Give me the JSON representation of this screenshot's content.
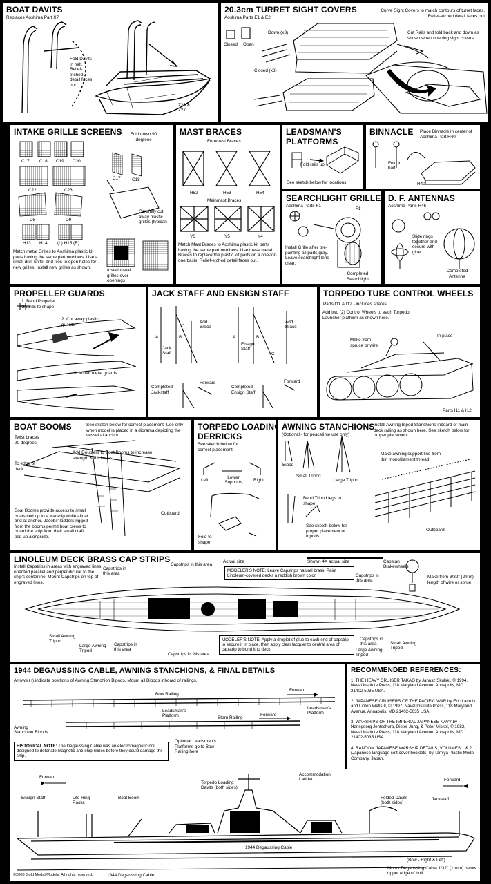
{
  "boat_davits": {
    "title": "BOAT DAVITS",
    "subtitle": "Replaces Aoshima Part X7",
    "note": "Fold Davits in half. Relief-etched detail faces out",
    "parts": "Z26 & Z27"
  },
  "turret": {
    "title": "20.3cm TURRET SIGHT COVERS",
    "subtitle": "Aoshima Parts E1 & E2",
    "closed": "Closed",
    "open": "Open",
    "down": "Down (x3)",
    "closed3": "Closed (x3)",
    "note1": "Curve Sight Covers to match contours of turret faces. Relief-etched detail faces out",
    "note2": "Cut Rails and fold back and down as shown when opening sight covers."
  },
  "intake": {
    "title": "INTAKE GRILLE SCREENS",
    "fold": "Fold down 90 degrees",
    "c17": "C17",
    "c18": "C18",
    "c19": "C19",
    "c20": "C20",
    "c22": "C22",
    "c23": "C23",
    "d8": "D8",
    "d9": "D9",
    "h13": "H13",
    "h14": "H14",
    "h15": "(L) H15 (R)",
    "c17b": "C17",
    "c18b": "C18",
    "carefully": "Carefully cut away plastic grilles (typical)",
    "install": "Install metal grilles over openings",
    "body": "Match metal Grilles to Aoshima plastic kit parts having the same part numbers. Use a small drill, knife, and files to open holes for new grilles. Install new grilles as shown."
  },
  "mast": {
    "title": "MAST BRACES",
    "foremast": "Foremast Braces",
    "mainmast": "Mainmast Braces",
    "h52": "H52",
    "h53": "H53",
    "h54": "H54",
    "y6": "Y6",
    "y5": "Y5",
    "y4": "Y4",
    "body": "Match Mast Braces to Aoshima plastic kit parts having the same part numbers. Use these metal Braces to replace the plastic kit parts on a one-for-one basis. Relief-etched detail faces out."
  },
  "leadsman": {
    "title1": "LEADSMAN'S",
    "title2": "PLATFORMS",
    "fold": "Fold rails up",
    "note": "See sketch below for locations"
  },
  "binnacle": {
    "title": "BINNACLE",
    "note": "Place Binnacle in center of Aoshima Part H40",
    "fold": "Fold in half",
    "h40": "H40"
  },
  "searchlight": {
    "title": "SEARCHLIGHT GRILLES",
    "subtitle": "Aoshima Parts F1",
    "f1": "F1",
    "install": "Install Grille after pre-painting all parts gray. Leave searchlight lens clear.",
    "completed": "Completed Searchlight"
  },
  "df": {
    "title": "D. F. ANTENNAS",
    "subtitle": "Aoshima Parts H46",
    "slide": "Slide rings together and secure with glue",
    "completed": "Completed Antenna"
  },
  "prop": {
    "title": "PROPELLER GUARDS",
    "s1": "1. Bend Propeller Guards to shape",
    "s2": "2. Cut away plastic guards",
    "s3": "3. Install metal guards"
  },
  "jack": {
    "title": "JACK STAFF AND ENSIGN STAFF",
    "add_brace": "Add Brace",
    "jack_staff": "Jack Staff",
    "ensign_staff": "Ensign Staff",
    "a": "A",
    "b": "B",
    "c": "C",
    "forward": "Forward",
    "completed_jack": "Completed Jackstaff",
    "completed_ensign": "Completed Ensign Staff"
  },
  "ttcw": {
    "title": "TORPEDO TUBE CONTROL WHEELS",
    "subtitle": "Parts I11 & I12 - includes spares",
    "note": "Add two (2) Control Wheels to each Torpedo Launcher platform as shown here.",
    "make": "Make from spruce or wire",
    "inplace": "In place",
    "parts": "Parts I11 & I12"
  },
  "booms": {
    "title": "BOAT BOOMS",
    "note": "See sketch below for correct placement. Use only when model is placed in a diorama depicting the vessel at anchor.",
    "twist": "Twist braces 90 degrees",
    "edge": "To edge of deck",
    "doublers": "Add Doublers to Boat Booms to increase strength & thickness.",
    "outboard": "Outboard",
    "body": "Boat Booms provide access to small boats tied up to a warship while afloat and at anchor. Jacobs' ladders rigged from the booms permit boat crews to board the ship from their small craft tied up alongside."
  },
  "tld": {
    "title1": "TORPEDO LOADING",
    "title2": "DERRICKS",
    "note": "See sketch below for correct placement",
    "left": "Left",
    "lower": "Lower Supports",
    "right": "Right",
    "fold": "Fold to shape"
  },
  "awning": {
    "title": "AWNING STANCHIONS",
    "subtitle": "(Optional - for peacetime use only)",
    "note": "Install Awning Bipod Stanchions inboard of main deck railing as shown here. See sketch below for proper placement.",
    "bipod": "Bipod",
    "small": "Small Tripod",
    "large": "Large Tripod",
    "bend": "Bend Tripod legs to shape",
    "see": "See sketch below for proper placement of tripods.",
    "make_line": "Make awning support line from thin monofilament thread.",
    "outboard": "Outboard"
  },
  "lino": {
    "title": "LINOLEUM DECK BRASS CAP STRIPS",
    "body": "Install Capstrips in areas with engraved lines oriented parallel and perpendicular to the ship's centerline. Mount Capstrips on top of engraved lines.",
    "cap_area": "Capstrips in this area",
    "actual": "Actual size",
    "shown4x": "Shown 4X actual size",
    "modeler1": "MODELER'S NOTE: Leave Capstrips natural brass. Paint Linoleum-covered decks a reddish brown color.",
    "modeler2": "MODELER'S NOTE: Apply a droplet of glue to each end of capstrip to secure it in place, then apply clear lacquer to central area of capstrip to bond it to deck.",
    "capstan": "Capstan Brakewheels",
    "make": "Make from 3/32\" (2mm) length of wire or sprue",
    "small_tripod": "Small Awning Tripod",
    "large_tripod": "Large Awning Tripod",
    "large_tripod2": "Large Awning Tripod",
    "small_tripod2": "Small Awning Tripod"
  },
  "dg": {
    "title": "1944 DEGAUSSING CABLE, AWNING STANCHIONS, & FINAL DETAILS",
    "arrows": "Arrows (↑) indicate positions of Awning Stanchion Bipods. Mount all Bipods inboard of railings.",
    "forward": "Forward",
    "bow_railing": "Bow Railing",
    "leadsman1": "Leadsman's Platform",
    "leadsman2": "Leadsman's Platform",
    "stern_railing": "Stern Railing",
    "bipods": "Awning Stanchion Bipods",
    "optional": "Optional Leadsman's Platforms go to Bow Railing here",
    "historical_label": "HISTORICAL NOTE:",
    "historical": "The Degaussing Cable was an electromagnetic coil designed to detonate magnetic anti-ship mines before they could damage the ship.",
    "ensign": "Ensign Staff",
    "life": "Life Ring Racks",
    "boat_boom": "Boat Boom",
    "torpedo_davits": "Torpedo Loading Davits (both sides)",
    "accom": "Accommodation Ladder",
    "folded_davits": "Folded Davits (both sides)",
    "jackstaff": "Jackstaff",
    "cable1": "1944 Degaussing Cable",
    "cable2": "1944 Degaussing Cable",
    "bow": "(Bow - Right & Left)",
    "mount": "Mount Degaussing Cable 1/32\" (1 mm) below upper edge of hull",
    "copyright": "©2000 Gold Medal Models. All rights reserved."
  },
  "refs": {
    "title": "RECOMMENDED REFERENCES:",
    "r1": "1. THE HEAVY CRUISER TAKAO by Janusz Skulski, © 1994, Naval Institute Press, 118 Maryland Avenue, Annapolis, MD 21402-5035 USA.",
    "r2": "2. JAPANESE CRUISERS OF THE PACIFIC WAR by Eric Lacroix and Linton Wells II, © 1997, Naval Institute Press, 118 Maryland Avenue, Annapolis, MD 21402-5035 USA.",
    "r3": "3. WARSHIPS OF THE IMPERIAL JAPANESE NAVY by Hansgeorg Jentschura, Dieter Jung, & Peter Mickel, © 1982, Naval Institute Press, 118 Maryland Avenue, Annapolis, MD 21402-5035 USA.",
    "r4": "4. RANDOM JAPANESE WARSHIP DETAILS, VOLUMES 1 & 2 (Japanese language soft cover booklets) by Tamiya Plastic Model Company, Japan."
  }
}
